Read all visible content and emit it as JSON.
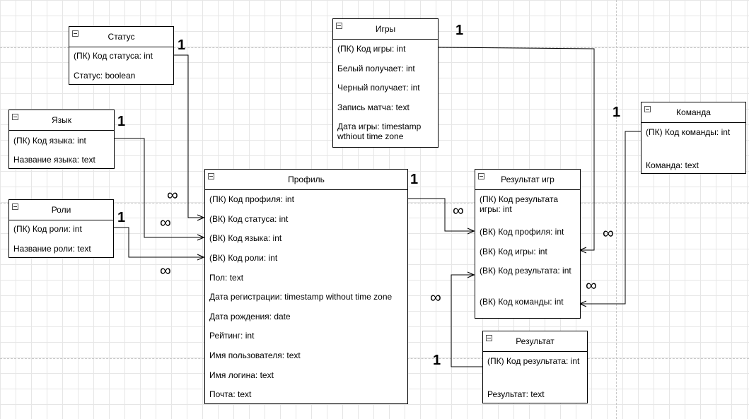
{
  "entities": {
    "status": {
      "title": "Статус",
      "attrs": [
        "(ПК) Код статуса: int",
        "Статус: boolean"
      ]
    },
    "language": {
      "title": "Язык",
      "attrs": [
        "(ПК) Код языка: int",
        "Название языка: text"
      ]
    },
    "roles": {
      "title": "Роли",
      "attrs": [
        "(ПК) Код роли: int",
        "Название роли: text"
      ]
    },
    "games": {
      "title": "Игры",
      "attrs": [
        "(ПК) Код игры: int",
        "Белый получает: int",
        "Черный получает: int",
        "Запись матча: text",
        "Дата игры: timestamp wthiout time zone"
      ]
    },
    "profile": {
      "title": "Профиль",
      "attrs": [
        "(ПК) Код профиля: int",
        "(ВК) Код статуса: int",
        "(ВК) Код языка: int",
        "(ВК) Код роли: int",
        "Пол: text",
        "Дата регистрации: timestamp without time zone",
        "Дата рождения: date",
        "Рейтинг: int",
        "Имя пользователя: text",
        "Имя логина: text",
        "Почта: text"
      ]
    },
    "game_result": {
      "title": "Результат игр",
      "attrs": [
        "(ПК) Код результата игры: int",
        "(ВК) Код профиля: int",
        "(ВК) Код игры: int",
        "(ВК) Код результата: int",
        "(ВК) Код команды: int"
      ]
    },
    "team": {
      "title": "Команда",
      "attrs": [
        "(ПК) Код команды: int",
        "Команда: text"
      ]
    },
    "result": {
      "title": "Результат",
      "attrs": [
        "(ПК) Код результата: int",
        "Результат: text"
      ]
    }
  },
  "multiplicity": {
    "one": "1",
    "many": "∞"
  }
}
